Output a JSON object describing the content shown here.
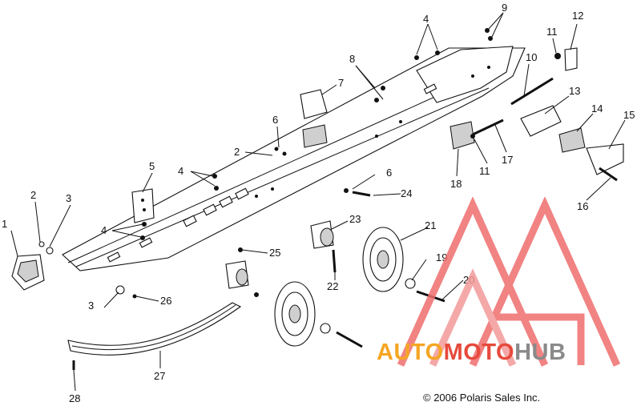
{
  "callouts": [
    {
      "num": "1"
    },
    {
      "num": "2"
    },
    {
      "num": "3"
    },
    {
      "num": "4"
    },
    {
      "num": "5"
    },
    {
      "num": "6"
    },
    {
      "num": "7"
    },
    {
      "num": "8"
    },
    {
      "num": "9"
    },
    {
      "num": "10"
    },
    {
      "num": "11"
    },
    {
      "num": "12"
    },
    {
      "num": "13"
    },
    {
      "num": "14"
    },
    {
      "num": "15"
    },
    {
      "num": "16"
    },
    {
      "num": "17"
    },
    {
      "num": "18"
    },
    {
      "num": "19"
    },
    {
      "num": "20"
    },
    {
      "num": "21"
    },
    {
      "num": "22"
    },
    {
      "num": "23"
    },
    {
      "num": "24"
    },
    {
      "num": "25"
    },
    {
      "num": "26"
    },
    {
      "num": "27"
    },
    {
      "num": "28"
    }
  ],
  "copyright": "© 2006 Polaris Sales Inc.",
  "watermark": {
    "part1": "AUTO",
    "part2": "MOTO",
    "part3": "HUB",
    "color_orange": "#f5a623",
    "color_red": "#e64a3c",
    "color_gray": "#8a8a8a"
  }
}
